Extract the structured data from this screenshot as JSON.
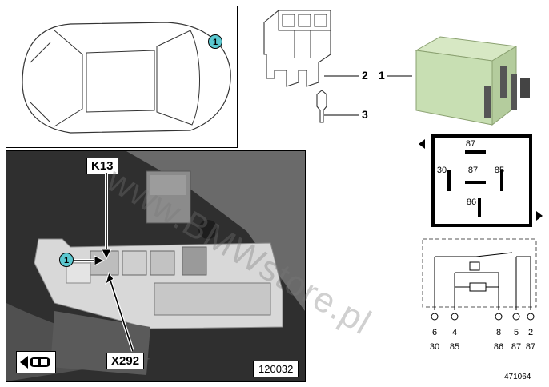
{
  "car_view": {
    "callout_badge": "1"
  },
  "photo": {
    "label_k13": "K13",
    "label_x292": "X292",
    "callout_badge": "1",
    "ref_number": "120032"
  },
  "parts": {
    "callout_2": "2",
    "callout_1": "1",
    "callout_3": "3"
  },
  "relay_pinout": {
    "pins": [
      "87",
      "30",
      "87",
      "85",
      "86"
    ]
  },
  "schematic": {
    "pin_numbers": [
      "6",
      "4",
      "8",
      "5",
      "2"
    ],
    "terminal_labels": [
      "30",
      "85",
      "86",
      "87",
      "87"
    ]
  },
  "watermark": "www.BMWstore.pl",
  "diagram_number": "471064",
  "colors": {
    "badge": "#5bc8d0",
    "relay_body": "#c8dfb3",
    "photo_bg": "#3a3a3a"
  }
}
